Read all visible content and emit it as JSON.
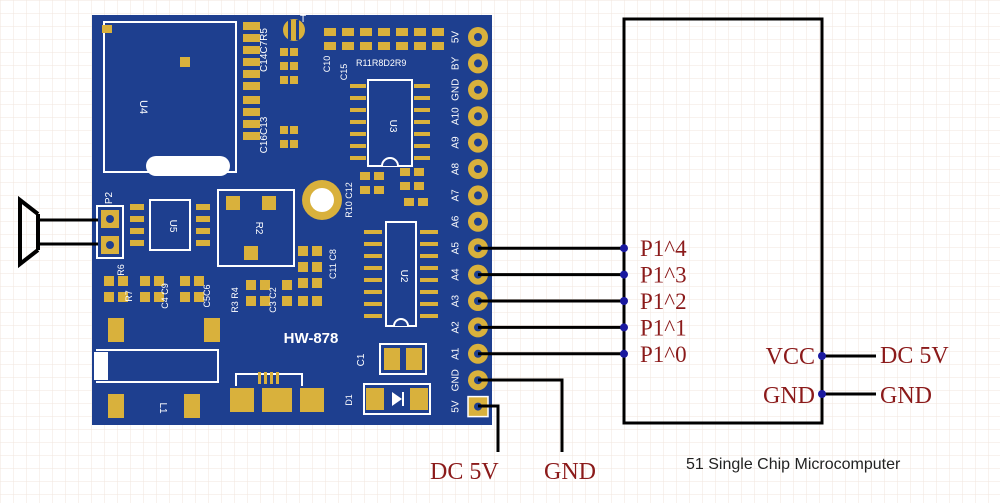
{
  "colors": {
    "pcb": "#1e3f8f",
    "pad": "#d9b13c",
    "silk": "#ffffff",
    "wire": "#000000",
    "label": "#8b1a1a",
    "grid": "#f0e4dc"
  },
  "board": {
    "module_name": "HW-878",
    "header_pins": [
      "5V",
      "BY",
      "GND",
      "A10",
      "A9",
      "A8",
      "A7",
      "A6",
      "A5",
      "A4",
      "A3",
      "A2",
      "A1",
      "GND",
      "5V"
    ],
    "refs": {
      "u4": "U4",
      "u3": "U3",
      "u2": "U2",
      "u5": "U5",
      "p2": "P2",
      "r2": "R2",
      "l1": "L1",
      "d1": "D1",
      "c1": "C1",
      "t": "T",
      "c14c7r5": "C14C7R5",
      "c16c13": "C16C13",
      "c10": "C10",
      "c15": "C15",
      "r11r8d2r9": "R11R8D2R9",
      "r10c12": "R10 C12",
      "c11c8": "C11 C8",
      "r3r4": "R3 R4",
      "c3c2": "C3 C2",
      "c4c9": "C4 C9",
      "c5c6": "C5C6",
      "r6": "R6",
      "r7": "R7"
    }
  },
  "mcu": {
    "title": "51 Single Chip Microcomputer",
    "pins": [
      "P1^4",
      "P1^3",
      "P1^2",
      "P1^1",
      "P1^0"
    ],
    "vcc_label": "VCC",
    "gnd_label": "GND"
  },
  "power": {
    "mcu_vcc_supply": "DC 5V",
    "mcu_gnd_supply": "GND",
    "module_5v_supply": "DC 5V",
    "module_gnd_supply": "GND"
  },
  "icons": [
    "speaker-icon",
    "diode-symbol-icon",
    "transistor-icon"
  ]
}
